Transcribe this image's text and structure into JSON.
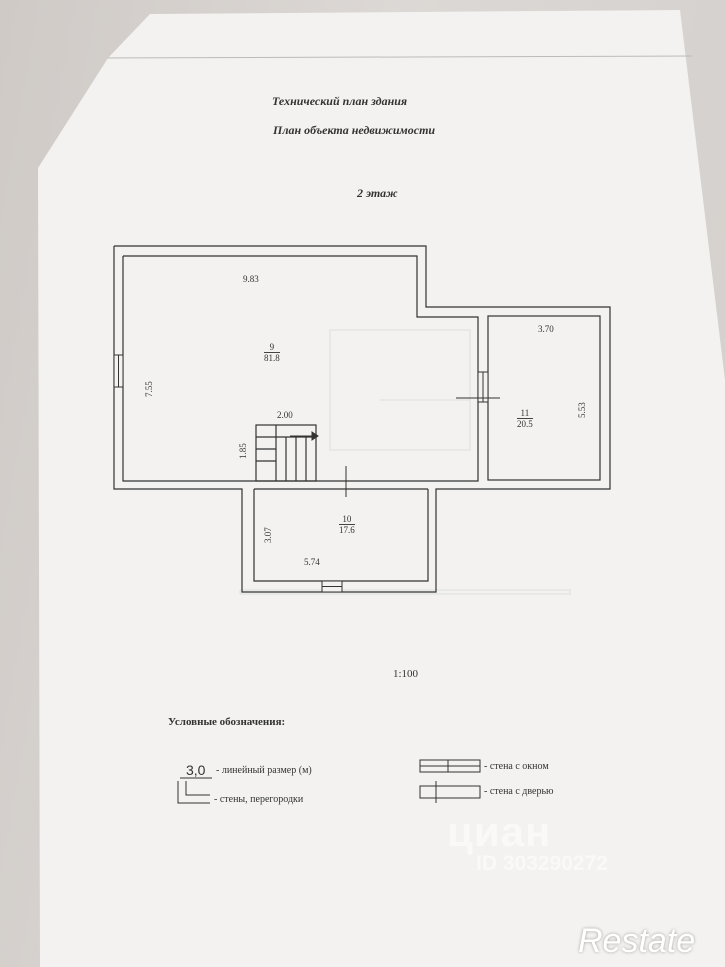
{
  "document": {
    "title": "Технический план здания",
    "subtitle": "План объекта недвижимости",
    "floor": "2 этаж",
    "scale": "1:100"
  },
  "plan": {
    "rooms": [
      {
        "number": "9",
        "area": "81.8"
      },
      {
        "number": "10",
        "area": "17.6"
      },
      {
        "number": "11",
        "area": "20.5"
      }
    ],
    "dimensions": {
      "room9_width": "9.83",
      "room9_height": "7.55",
      "stair_width": "2.00",
      "stair_height": "1.85",
      "room11_width": "3.70",
      "room11_height": "5.53",
      "room10_width": "5.74",
      "room10_height": "3.07"
    }
  },
  "legend": {
    "title": "Условные обозначения:",
    "dimension_sample": "3,0",
    "dimension_desc": "- линейный размер (м)",
    "walls_desc": "- стены, перегородки",
    "window_desc": "- стена с окном",
    "door_desc": "- стена с дверью"
  },
  "watermark": {
    "logo": "циан",
    "id": "ID 303290272",
    "brand": "Restate"
  },
  "colors": {
    "paper": "#f4f3f1",
    "ink": "#333333",
    "background": "#d3cfcc"
  }
}
